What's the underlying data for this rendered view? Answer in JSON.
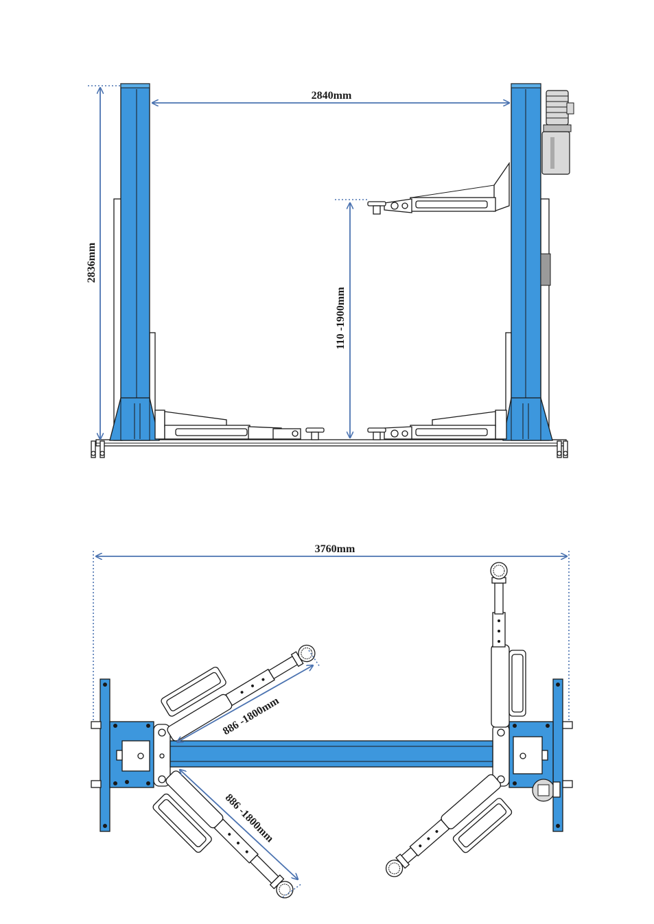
{
  "colors": {
    "column_blue": "#3d97dd",
    "column_blue_dark": "#2f7fc0",
    "dimension_arrow": "#4a72b0",
    "motor_gray": "#d9d9d9",
    "outline": "#1a1a1a"
  },
  "front_view": {
    "width_label": "2840mm",
    "height_label": "2836mm",
    "lift_range_label": "110 -1900mm"
  },
  "top_view": {
    "overall_width_label": "3760mm",
    "arm_reach_upper_label": "886 -1800mm",
    "arm_reach_lower_label": "886 -1800mm"
  }
}
